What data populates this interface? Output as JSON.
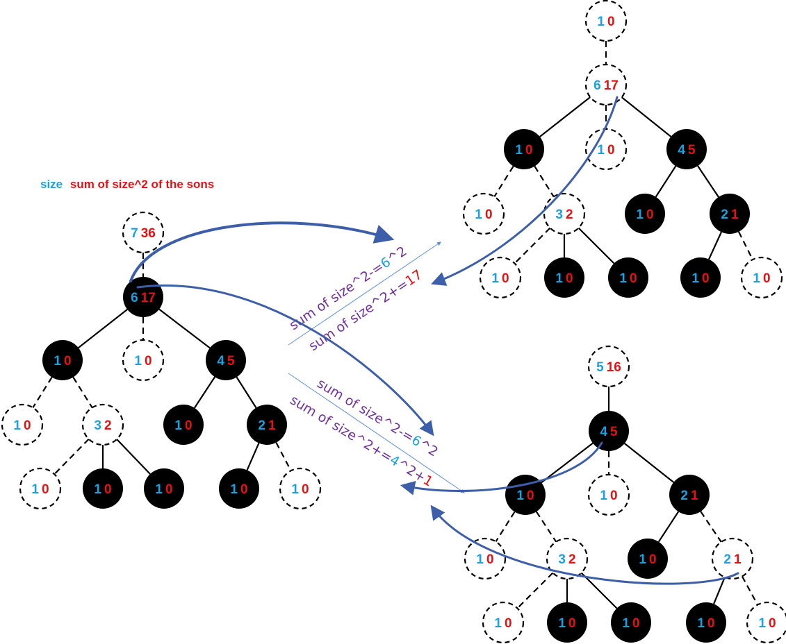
{
  "colors": {
    "size": "#1ba1e2",
    "sum": "#e81010",
    "annotation": "#7030a0",
    "arrow": "#3d5ea8",
    "solid_node": "#000000",
    "dashed_node": "#ffffff"
  },
  "legend": {
    "size_label": "size",
    "sum_label": "sum of size^2 of the sons"
  },
  "trees": {
    "left": {
      "nodes": [
        {
          "size": "7",
          "sum": "36",
          "style": "dashed"
        },
        {
          "size": "6",
          "sum": "17",
          "style": "solid"
        },
        {
          "size": "1",
          "sum": "0",
          "style": "solid"
        },
        {
          "size": "1",
          "sum": "0",
          "style": "dashed"
        },
        {
          "size": "4",
          "sum": "5",
          "style": "solid"
        },
        {
          "size": "1",
          "sum": "0",
          "style": "dashed"
        },
        {
          "size": "3",
          "sum": "2",
          "style": "dashed"
        },
        {
          "size": "1",
          "sum": "0",
          "style": "solid"
        },
        {
          "size": "2",
          "sum": "1",
          "style": "solid"
        },
        {
          "size": "1",
          "sum": "0",
          "style": "dashed"
        },
        {
          "size": "1",
          "sum": "0",
          "style": "solid"
        },
        {
          "size": "1",
          "sum": "0",
          "style": "solid"
        },
        {
          "size": "1",
          "sum": "0",
          "style": "solid"
        },
        {
          "size": "1",
          "sum": "0",
          "style": "dashed"
        }
      ]
    },
    "top_right": {
      "nodes": [
        {
          "size": "1",
          "sum": "0",
          "style": "dashed"
        },
        {
          "size": "6",
          "sum": "17",
          "style": "dashed"
        },
        {
          "size": "1",
          "sum": "0",
          "style": "solid"
        },
        {
          "size": "1",
          "sum": "0",
          "style": "dashed"
        },
        {
          "size": "4",
          "sum": "5",
          "style": "solid"
        },
        {
          "size": "1",
          "sum": "0",
          "style": "dashed"
        },
        {
          "size": "3",
          "sum": "2",
          "style": "dashed"
        },
        {
          "size": "1",
          "sum": "0",
          "style": "solid"
        },
        {
          "size": "2",
          "sum": "1",
          "style": "solid"
        },
        {
          "size": "1",
          "sum": "0",
          "style": "dashed"
        },
        {
          "size": "1",
          "sum": "0",
          "style": "solid"
        },
        {
          "size": "1",
          "sum": "0",
          "style": "solid"
        },
        {
          "size": "1",
          "sum": "0",
          "style": "solid"
        },
        {
          "size": "1",
          "sum": "0",
          "style": "dashed"
        }
      ]
    },
    "bottom_right": {
      "nodes": [
        {
          "size": "5",
          "sum": "16",
          "style": "dashed"
        },
        {
          "size": "4",
          "sum": "5",
          "style": "solid"
        },
        {
          "size": "1",
          "sum": "0",
          "style": "solid"
        },
        {
          "size": "1",
          "sum": "0",
          "style": "dashed"
        },
        {
          "size": "2",
          "sum": "1",
          "style": "solid"
        },
        {
          "size": "1",
          "sum": "0",
          "style": "dashed"
        },
        {
          "size": "3",
          "sum": "2",
          "style": "dashed"
        },
        {
          "size": "1",
          "sum": "0",
          "style": "solid"
        },
        {
          "size": "2",
          "sum": "1",
          "style": "dashed"
        },
        {
          "size": "1",
          "sum": "0",
          "style": "dashed"
        },
        {
          "size": "1",
          "sum": "0",
          "style": "solid"
        },
        {
          "size": "1",
          "sum": "0",
          "style": "solid"
        },
        {
          "size": "1",
          "sum": "0",
          "style": "solid"
        },
        {
          "size": "1",
          "sum": "0",
          "style": "dashed"
        }
      ]
    }
  },
  "annotations": {
    "upper": [
      {
        "segments": [
          {
            "text": "sum of size^2-=",
            "color": "annotation"
          },
          {
            "text": "6",
            "color": "size"
          },
          {
            "text": "^2",
            "color": "annotation"
          }
        ]
      },
      {
        "segments": [
          {
            "text": "sum of size^2+=",
            "color": "annotation"
          },
          {
            "text": "17",
            "color": "sum"
          }
        ]
      }
    ],
    "lower": [
      {
        "segments": [
          {
            "text": "sum of size^2-=",
            "color": "annotation"
          },
          {
            "text": "6",
            "color": "size"
          },
          {
            "text": "^2",
            "color": "annotation"
          }
        ]
      },
      {
        "segments": [
          {
            "text": "sum of size^2+=",
            "color": "annotation"
          },
          {
            "text": "4",
            "color": "size"
          },
          {
            "text": "^2+",
            "color": "annotation"
          },
          {
            "text": "1",
            "color": "sum"
          }
        ]
      }
    ]
  }
}
